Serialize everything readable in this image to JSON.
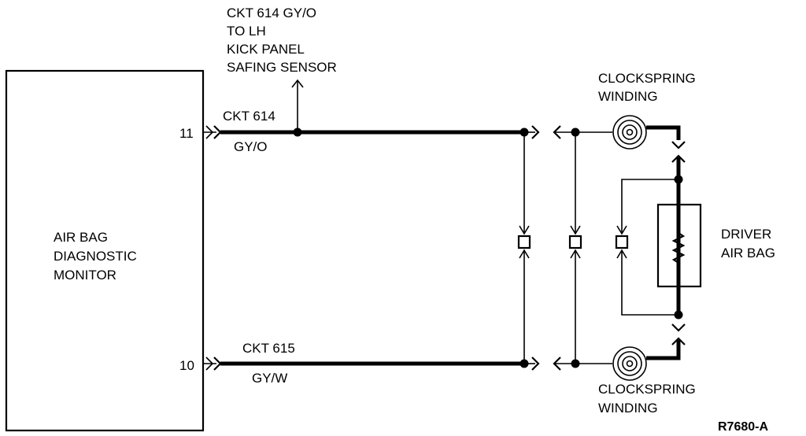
{
  "module": {
    "lines": [
      "AIR BAG",
      "DIAGNOSTIC",
      "MONITOR"
    ]
  },
  "pins": {
    "top": "11",
    "bottom": "10"
  },
  "circuits": {
    "top": {
      "ckt": "CKT 614",
      "color": "GY/O"
    },
    "bottom": {
      "ckt": "CKT 615",
      "color": "GY/W"
    }
  },
  "safing_note": {
    "lines": [
      "CKT 614 GY/O",
      "TO LH",
      "KICK PANEL",
      "SAFING SENSOR"
    ]
  },
  "clockspring_top": {
    "lines": [
      "CLOCKSPRING",
      "WINDING"
    ]
  },
  "clockspring_bottom": {
    "lines": [
      "CLOCKSPRING",
      "WINDING"
    ]
  },
  "driver_air_bag": {
    "lines": [
      "DRIVER",
      "AIR BAG"
    ]
  },
  "figure_code": "R7680-A",
  "icons": {
    "clockspring": "clockspring-coil-icon",
    "shorting_bar": "shorting-bar-icon",
    "squib": "squib-resistor-icon",
    "connector": "connector-chevron-icon"
  }
}
